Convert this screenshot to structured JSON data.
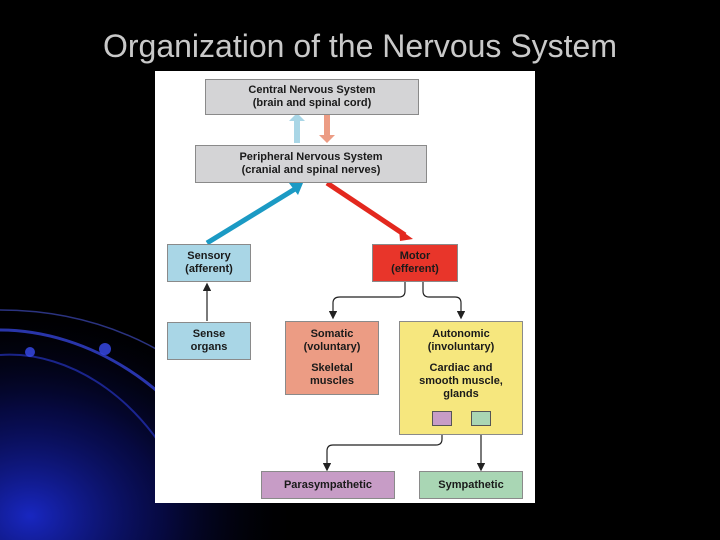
{
  "slide": {
    "title": "Organization of the Nervous System"
  },
  "diagram": {
    "cns": {
      "title": "Central Nervous System",
      "subtitle": "(brain and spinal cord)"
    },
    "pns": {
      "title": "Peripheral Nervous System",
      "subtitle": "(cranial and spinal nerves)"
    },
    "sensory": {
      "title": "Sensory",
      "subtitle": "(afferent)"
    },
    "motor": {
      "title": "Motor",
      "subtitle": "(efferent)"
    },
    "sense_organs": {
      "line1": "Sense",
      "line2": "organs"
    },
    "somatic": {
      "title": "Somatic",
      "subtitle": "(voluntary)",
      "target_line1": "Skeletal",
      "target_line2": "muscles"
    },
    "autonomic": {
      "title": "Autonomic",
      "subtitle": "(involuntary)",
      "target_line1": "Cardiac and",
      "target_line2": "smooth muscle,",
      "target_line3": "glands"
    },
    "parasympathetic": {
      "label": "Parasympathetic"
    },
    "sympathetic": {
      "label": "Sympathetic"
    },
    "colors": {
      "gray_box": "#d4d4d6",
      "sensory_blue": "#a9d6e6",
      "motor_red": "#e8352a",
      "somatic_salmon": "#ec9c84",
      "autonomic_yellow": "#f6e77e",
      "parasympathetic_pink": "#c79cc6",
      "sympathetic_green": "#a9d6b4",
      "afferent_arrow": "#1b9ac4",
      "efferent_arrow": "#e3281e"
    }
  }
}
